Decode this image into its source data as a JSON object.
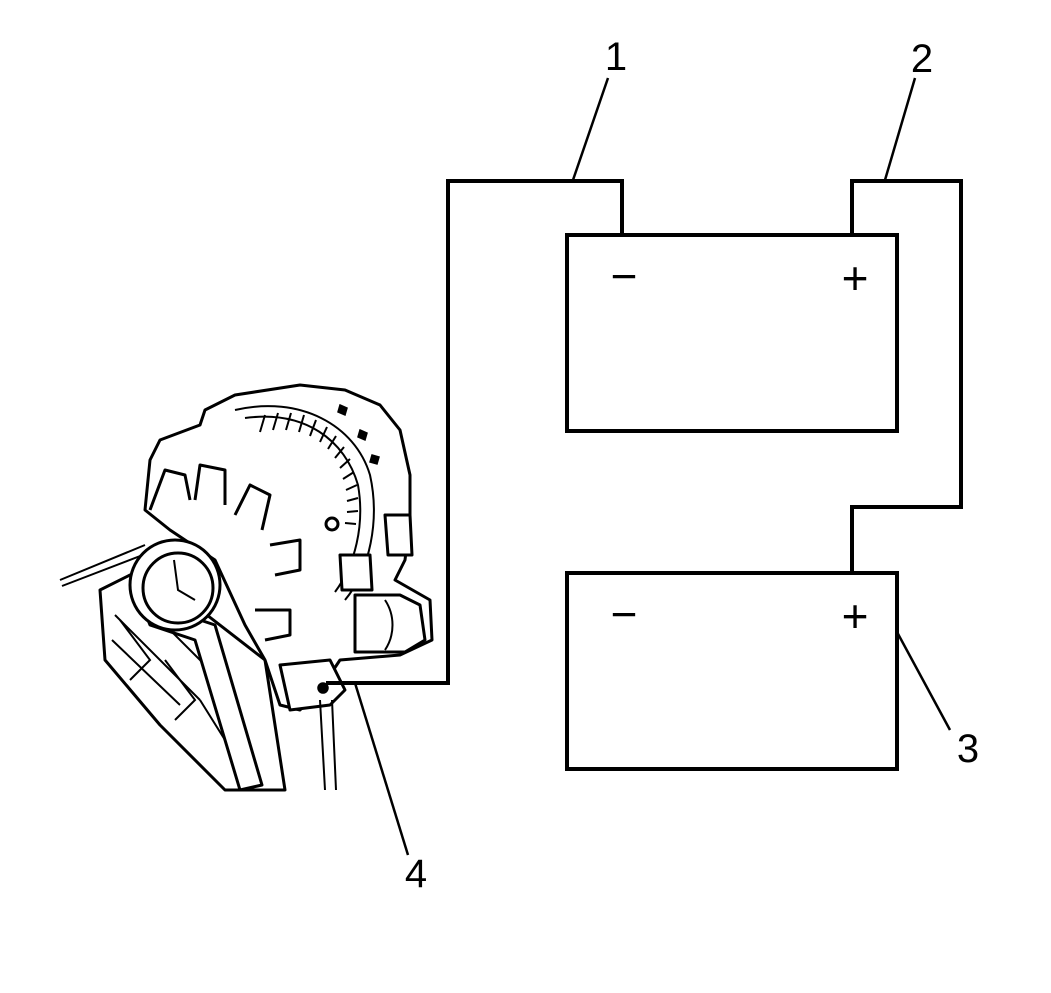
{
  "callouts": {
    "c1": "1",
    "c2": "2",
    "c3": "3",
    "c4": "4"
  },
  "battery_top": {
    "negative": "−",
    "positive": "+"
  },
  "battery_bottom": {
    "negative": "−",
    "positive": "+"
  },
  "colors": {
    "ink": "#000000",
    "paper": "#ffffff"
  }
}
